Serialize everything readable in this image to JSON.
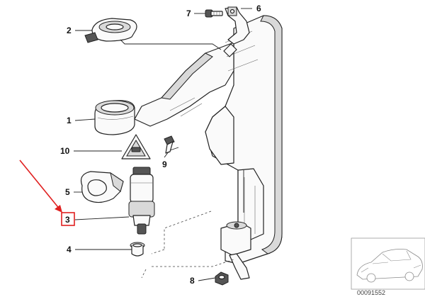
{
  "callouts": [
    {
      "label": "1"
    },
    {
      "label": "2"
    },
    {
      "label": "3"
    },
    {
      "label": "4"
    },
    {
      "label": "5"
    },
    {
      "label": "6"
    },
    {
      "label": "7"
    },
    {
      "label": "8"
    },
    {
      "label": "9"
    },
    {
      "label": "10"
    }
  ],
  "highlight": {
    "callout": "3",
    "frame_color": "#e02020",
    "arrow_color": "#e02020"
  },
  "reference_number": "00091552"
}
